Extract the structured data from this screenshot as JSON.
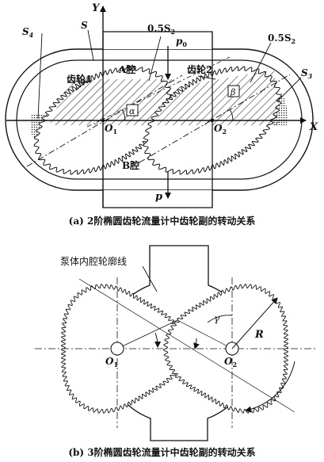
{
  "fig_a": {
    "caption": "(a) 2阶椭圆齿轮流量计中齿轮副的转动关系",
    "labels": {
      "y_axis": "Y",
      "x_axis": "X",
      "s": "S",
      "s4": "S",
      "s4_sub": "4",
      "s3": "S",
      "s3_sub": "3",
      "half_s2_left": "0.5S",
      "half_s2_left_sub": "2",
      "half_s2_right": "0.5S",
      "half_s2_right_sub": "2",
      "p0": "p",
      "p0_sub": "0",
      "p": "p",
      "chamber_a": "A腔",
      "chamber_b": "B腔",
      "gear1": "齿轮1",
      "gear2": "齿轮2",
      "o1": "O",
      "o1_sub": "1",
      "o2": "O",
      "o2_sub": "2",
      "alpha": "α",
      "beta": "β"
    }
  },
  "fig_b": {
    "caption": "(b) 3阶椭圆齿轮流量计中齿轮副的转动关系",
    "labels": {
      "pump_contour": "泵体内腔轮廓线",
      "o1": "O",
      "o1_sub": "1",
      "o2": "O",
      "o2_sub": "2",
      "gamma": "γ",
      "radius": "R"
    }
  }
}
